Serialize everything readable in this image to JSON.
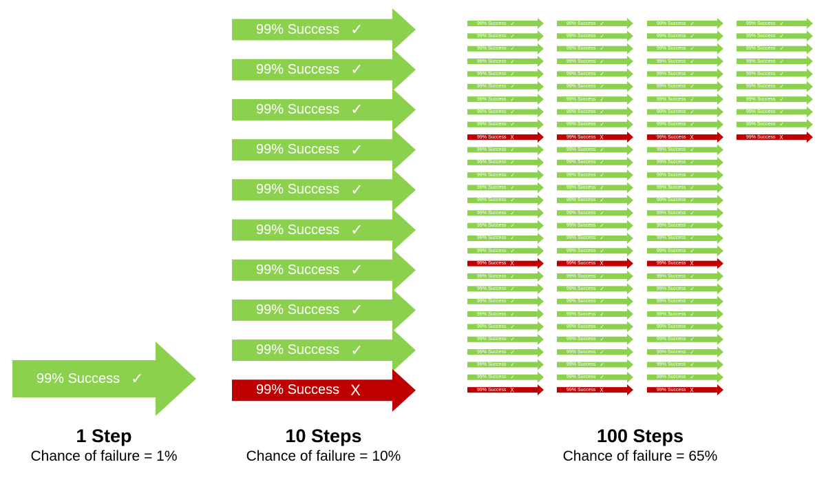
{
  "label": "99% Success",
  "success_mark": "✓",
  "failure_mark": "X",
  "colors": {
    "success": "#8CD14E",
    "failure": "#C00000",
    "text": "#000000"
  },
  "groups": [
    {
      "title": "1 Step",
      "subtitle": "Chance of failure = 1%",
      "steps": [
        "success"
      ]
    },
    {
      "title": "10 Steps",
      "subtitle": "Chance of failure = 10%",
      "steps": [
        "success",
        "success",
        "success",
        "success",
        "success",
        "success",
        "success",
        "success",
        "success",
        "failure"
      ]
    },
    {
      "title": "100 Steps",
      "subtitle": "Chance of failure = 65%",
      "columns": [
        [
          "success",
          "success",
          "success",
          "success",
          "success",
          "success",
          "success",
          "success",
          "success",
          "failure",
          "success",
          "success",
          "success",
          "success",
          "success",
          "success",
          "success",
          "success",
          "success",
          "failure",
          "success",
          "success",
          "success",
          "success",
          "success",
          "success",
          "success",
          "success",
          "success",
          "failure"
        ],
        [
          "success",
          "success",
          "success",
          "success",
          "success",
          "success",
          "success",
          "success",
          "success",
          "failure",
          "success",
          "success",
          "success",
          "success",
          "success",
          "success",
          "success",
          "success",
          "success",
          "failure",
          "success",
          "success",
          "success",
          "success",
          "success",
          "success",
          "success",
          "success",
          "success",
          "failure"
        ],
        [
          "success",
          "success",
          "success",
          "success",
          "success",
          "success",
          "success",
          "success",
          "success",
          "failure",
          "success",
          "success",
          "success",
          "success",
          "success",
          "success",
          "success",
          "success",
          "success",
          "failure",
          "success",
          "success",
          "success",
          "success",
          "success",
          "success",
          "success",
          "success",
          "success",
          "failure"
        ],
        [
          "success",
          "success",
          "success",
          "success",
          "success",
          "success",
          "success",
          "success",
          "success",
          "failure"
        ]
      ]
    }
  ]
}
